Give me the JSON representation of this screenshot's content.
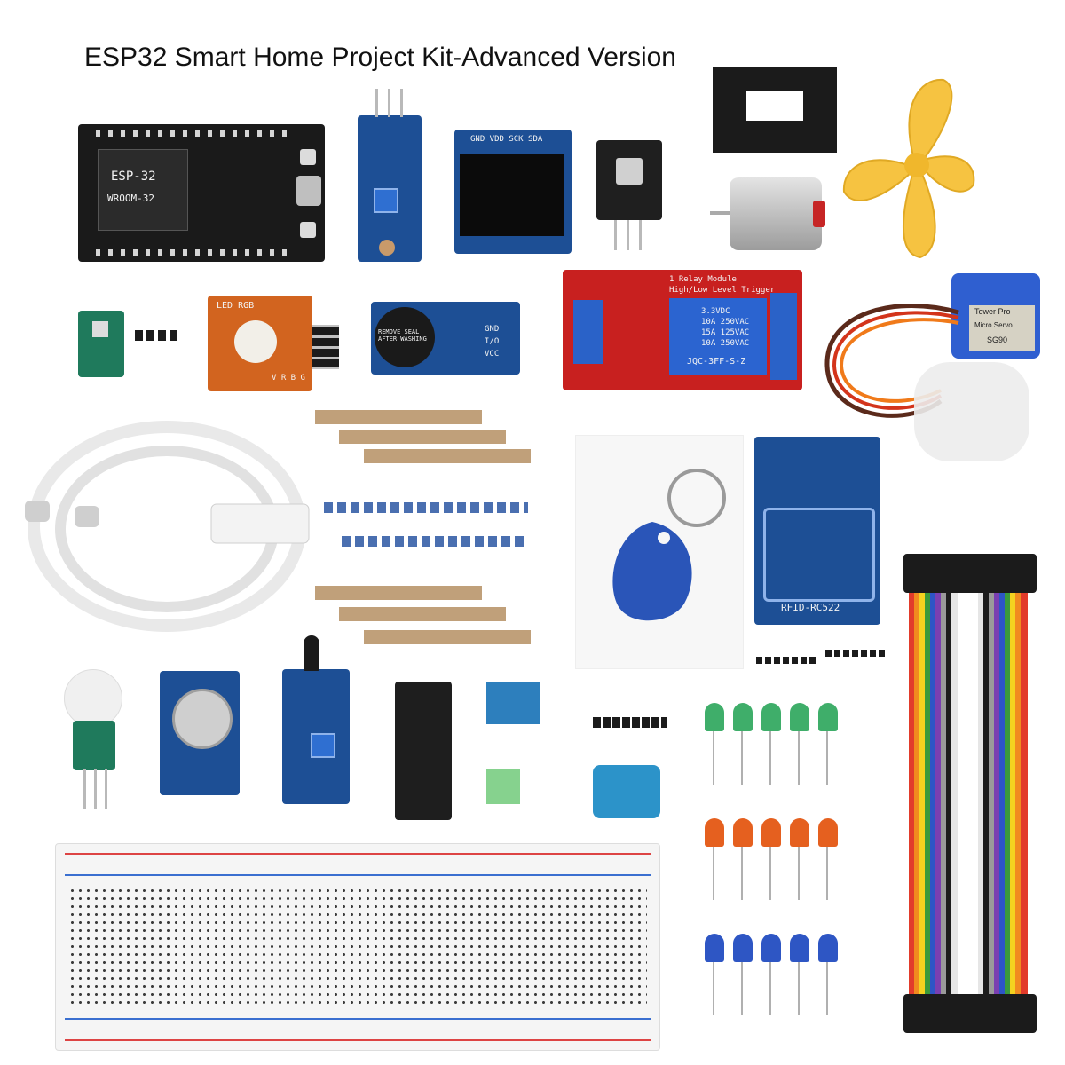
{
  "title": "ESP32 Smart Home Project Kit-Advanced Version",
  "labels": {
    "esp32_chip": "ESP-32",
    "esp32_chip2": "WROOM-32",
    "oled_pins": "GND VDD SCK SDA",
    "rgb_module": "LED RGB",
    "rgb_pins": "V R B G",
    "buzzer_seal": "REMOVE SEAL AFTER WASHING",
    "buzzer_pins_gnd": "GND",
    "buzzer_pins_io": "I/O",
    "buzzer_pins_vcc": "VCC",
    "relay_title": "1 Relay Module",
    "relay_trigger": "High/Low Level Trigger",
    "relay_rating1": "3.3VDC",
    "relay_rating2": "10A 250VAC",
    "relay_rating3": "15A 125VAC",
    "relay_rating4": "10A 250VAC",
    "relay_part": "JQC-3FF-S-Z",
    "servo_brand": "Tower Pro",
    "servo_type": "Micro Servo",
    "servo_model": "SG90",
    "rfid_label": "RFID-RC522"
  },
  "colors": {
    "blue_pcb": "#1d4f95",
    "red_pcb": "#c8201f",
    "orange_pcb": "#d2641f",
    "black_pcb": "#1e1e1e",
    "fan_yellow": "#f6c341",
    "rfid_tag": "#2a55b8",
    "led_green": "#3fae6a",
    "led_orange": "#e5601f",
    "led_blue": "#2e56c4"
  }
}
